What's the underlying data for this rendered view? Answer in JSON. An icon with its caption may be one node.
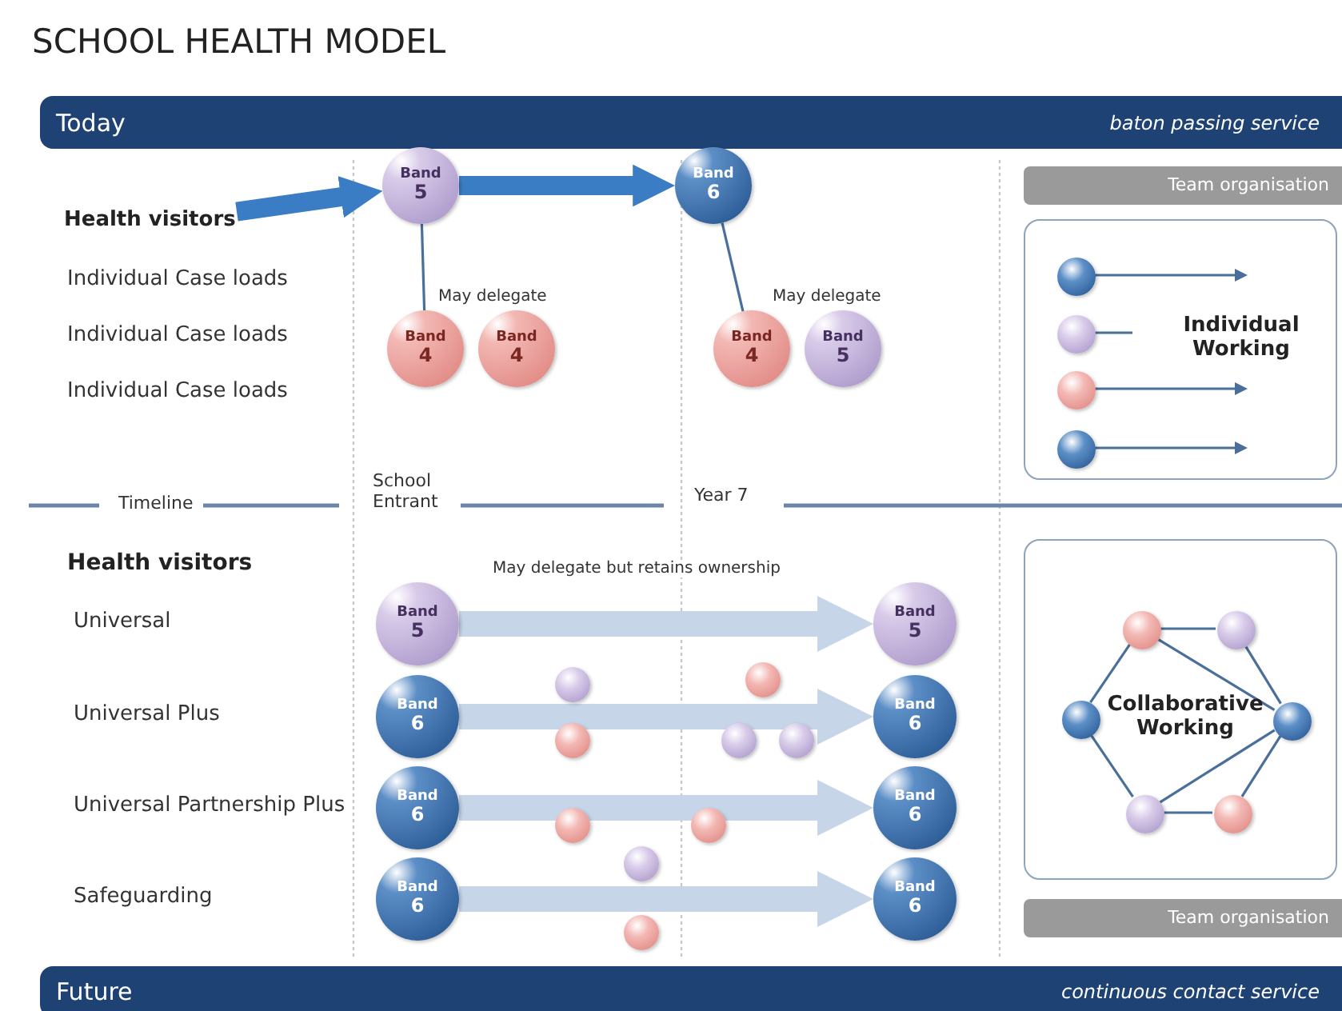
{
  "diagram": {
    "title": "SCHOOL HEALTH MODEL",
    "nodes": [
      {
        "text": [
          "Today",
          "baton passing service"
        ]
      },
      {
        "text": [
          "Health visitors"
        ]
      },
      {
        "text": [
          "Band",
          "5"
        ]
      },
      {
        "text": [
          "Band",
          "4"
        ]
      },
      {
        "text": [
          "Band",
          "4"
        ]
      },
      {
        "text": [
          "Band",
          "6"
        ]
      },
      {
        "text": [
          "Band",
          "4"
        ]
      },
      {
        "text": [
          "Band",
          "5"
        ]
      },
      {
        "text": [
          "Team organisation"
        ]
      },
      {
        "text": [
          "Individual Working"
        ]
      },
      {
        "text": [],
        "shape": "circle",
        "in": 9
      },
      {
        "text": [],
        "shape": "circle",
        "in": 9
      },
      {
        "text": [],
        "shape": "circle",
        "in": 9
      },
      {
        "text": [],
        "shape": "circle",
        "in": 9
      },
      {
        "text": [
          "Band",
          "5"
        ]
      },
      {
        "text": [
          "Band",
          "6"
        ]
      },
      {
        "text": [
          "Band",
          "6"
        ]
      },
      {
        "text": [
          "Band",
          "6"
        ]
      },
      {
        "text": [
          "Band",
          "5"
        ]
      },
      {
        "text": [
          "Band",
          "6"
        ]
      },
      {
        "text": [
          "Band",
          "6"
        ]
      },
      {
        "text": [
          "Band",
          "6"
        ]
      },
      {
        "text": [],
        "shape": "circle"
      },
      {
        "text": [],
        "shape": "circle"
      },
      {
        "text": [],
        "shape": "circle"
      },
      {
        "text": [],
        "shape": "circle"
      },
      {
        "text": [],
        "shape": "circle"
      },
      {
        "text": [],
        "shape": "circle"
      },
      {
        "text": [],
        "shape": "circle"
      },
      {
        "text": [],
        "shape": "circle"
      },
      {
        "text": [],
        "shape": "circle"
      },
      {
        "text": [
          "Collaborative Working"
        ]
      },
      {
        "text": [],
        "shape": "circle",
        "in": 31
      },
      {
        "text": [],
        "shape": "circle",
        "in": 31
      },
      {
        "text": [],
        "shape": "circle",
        "in": 31
      },
      {
        "text": [],
        "shape": "circle",
        "in": 31
      },
      {
        "text": [],
        "shape": "circle",
        "in": 31
      },
      {
        "text": [],
        "shape": "circle",
        "in": 31
      },
      {
        "text": [
          "Team organisation"
        ]
      },
      {
        "text": [
          "Future",
          "continuous contact service"
        ]
      }
    ],
    "edges": [
      {
        "from": 1,
        "to": 2,
        "arrow": "to",
        "style": "thick",
        "color": "#3b7dc4"
      },
      {
        "from": 2,
        "to": 3,
        "arrow": "none",
        "label": "May delegate"
      },
      {
        "from": 2,
        "to": 5,
        "arrow": "to",
        "style": "thick",
        "color": "#3b7dc4"
      },
      {
        "from": 5,
        "to": 6,
        "arrow": "none",
        "label": "May delegate"
      },
      {
        "from": 10,
        "to": null,
        "arrow": "to"
      },
      {
        "from": 11,
        "to": null,
        "arrow": "none"
      },
      {
        "from": 12,
        "to": null,
        "arrow": "to"
      },
      {
        "from": 13,
        "to": null,
        "arrow": "to"
      },
      {
        "from": 14,
        "to": 18,
        "arrow": "to",
        "style": "thick",
        "color": "#c6d6e8"
      },
      {
        "from": 15,
        "to": 19,
        "arrow": "to",
        "style": "thick",
        "color": "#c6d6e8"
      },
      {
        "from": 16,
        "to": 20,
        "arrow": "to",
        "style": "thick",
        "color": "#c6d6e8"
      },
      {
        "from": 17,
        "to": 21,
        "arrow": "to",
        "style": "thick",
        "color": "#c6d6e8"
      },
      {
        "from": 32,
        "to": 33,
        "arrow": "none"
      },
      {
        "from": 32,
        "to": 34,
        "arrow": "none"
      },
      {
        "from": 32,
        "to": 35,
        "arrow": "none"
      },
      {
        "from": 33,
        "to": 35,
        "arrow": "none"
      },
      {
        "from": 34,
        "to": 36,
        "arrow": "none"
      },
      {
        "from": 36,
        "to": 37,
        "arrow": "none"
      },
      {
        "from": 36,
        "to": 35,
        "arrow": "none"
      },
      {
        "from": 37,
        "to": 35,
        "arrow": "none"
      }
    ],
    "labels": [
      "Individual Case loads",
      "Individual Case loads",
      "Individual Case loads",
      "Timeline",
      "School Entrant",
      "Year 7",
      "Health visitors",
      "May delegate but retains ownership",
      "Universal",
      "Universal Plus",
      "Universal Partnership Plus",
      "Safeguarding"
    ]
  }
}
